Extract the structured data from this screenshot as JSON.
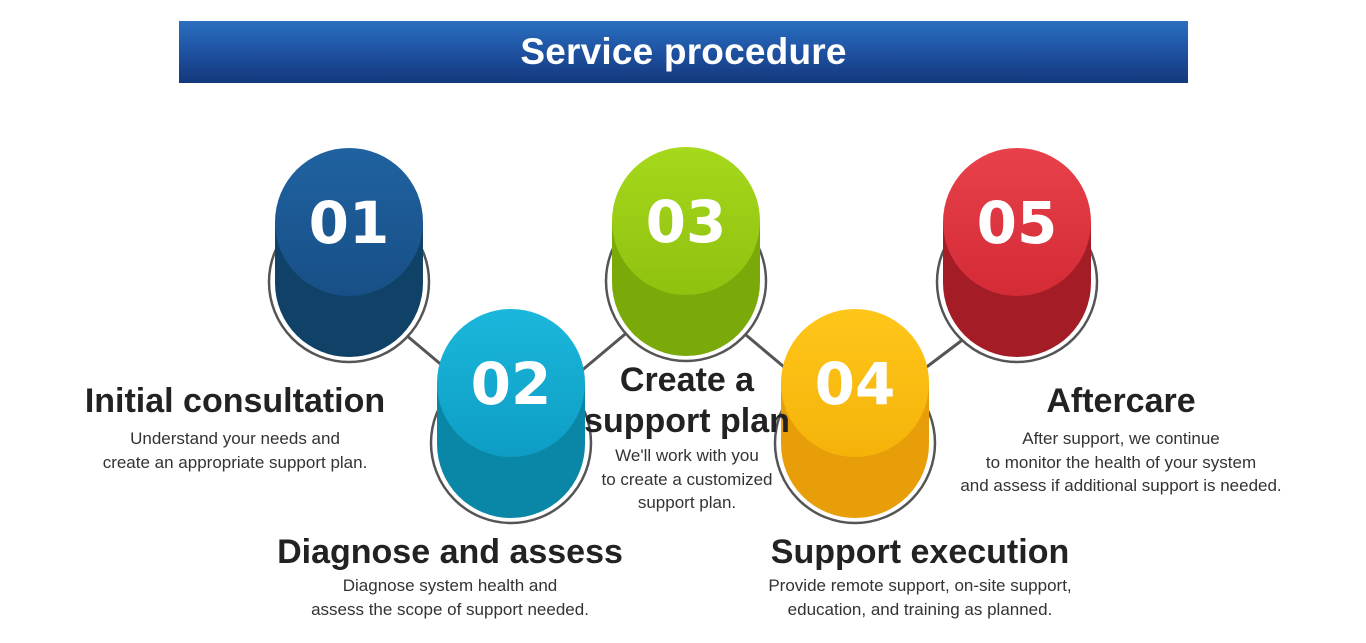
{
  "header": {
    "title": "Service procedure"
  },
  "steps": [
    {
      "number": "01",
      "color": "#1b5a96",
      "title": "Initial consultation",
      "desc": [
        "Understand your needs and",
        "create an appropriate support plan."
      ]
    },
    {
      "number": "02",
      "color": "#12abd2",
      "title": "Diagnose and assess",
      "desc": [
        "Diagnose system health and",
        "assess the scope of support needed."
      ]
    },
    {
      "number": "03",
      "color": "#99cc14",
      "title_lines": [
        "Create a",
        "support plan"
      ],
      "desc": [
        "We'll work with you",
        "to create a customized",
        "support plan."
      ]
    },
    {
      "number": "04",
      "color": "#ffbf0f",
      "title": "Support execution",
      "desc": [
        "Provide remote support, on-site support,",
        "education, and training as planned."
      ]
    },
    {
      "number": "05",
      "color": "#e0333d",
      "title": "Aftercare",
      "desc": [
        "After support, we continue",
        "to monitor the health of your system",
        "and assess if additional support is needed."
      ]
    }
  ]
}
